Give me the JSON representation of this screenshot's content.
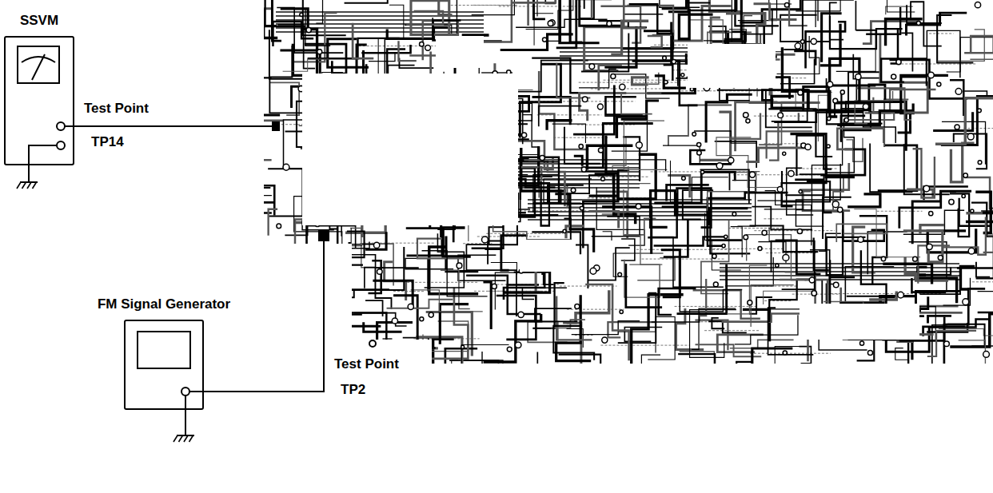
{
  "diagram": {
    "nodes": [
      {
        "text": [
          "SSVM"
        ]
      },
      {
        "text": [
          "FM Signal Generator"
        ]
      }
    ],
    "labels": [
      "Test Point",
      "TP14",
      "Test Point",
      "TP2"
    ]
  }
}
